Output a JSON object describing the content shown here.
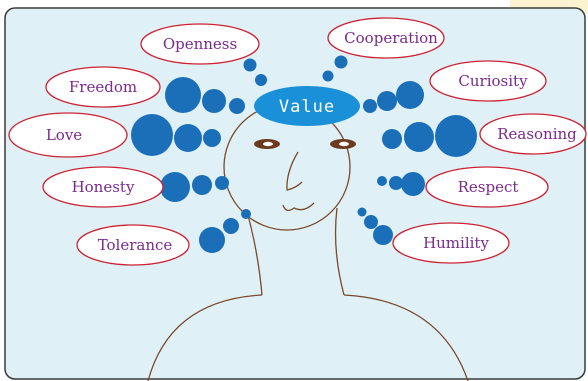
{
  "center": {
    "label": "Value",
    "badge_color": "#1a90d8"
  },
  "values": [
    {
      "key": "openness",
      "label": "Openness"
    },
    {
      "key": "cooperation",
      "label": "Cooperation"
    },
    {
      "key": "freedom",
      "label": "Freedom"
    },
    {
      "key": "curiosity",
      "label": "Curiosity"
    },
    {
      "key": "love",
      "label": "Love"
    },
    {
      "key": "reasoning",
      "label": "Reasoning"
    },
    {
      "key": "honesty",
      "label": "Honesty"
    },
    {
      "key": "respect",
      "label": "Respect"
    },
    {
      "key": "tolerance",
      "label": "Tolerance"
    },
    {
      "key": "humility",
      "label": "Humility"
    }
  ],
  "colors": {
    "panel_background": "#dff1f7",
    "panel_border": "#3a3a3a",
    "accent_corner": "#fbf3cf",
    "label_border": "#cc2233",
    "label_fill": "#ffffff",
    "label_text": "#7a2a8c",
    "thought_bubble": "#1b6fb8",
    "figure_stroke": "#7a4a2a",
    "eye_color": "#6b3a1f"
  }
}
